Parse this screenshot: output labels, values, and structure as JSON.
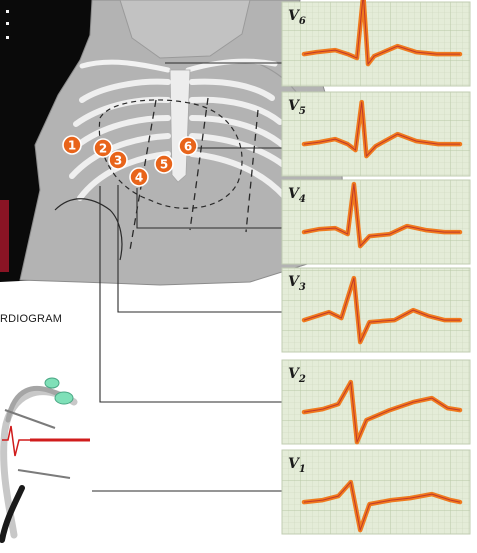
{
  "figure": {
    "leads": [
      {
        "id": "V6",
        "main": "V",
        "sub": "6"
      },
      {
        "id": "V5",
        "main": "V",
        "sub": "5"
      },
      {
        "id": "V4",
        "main": "V",
        "sub": "4"
      },
      {
        "id": "V3",
        "main": "V",
        "sub": "3"
      },
      {
        "id": "V2",
        "main": "V",
        "sub": "2"
      },
      {
        "id": "V1",
        "main": "V",
        "sub": "1"
      }
    ],
    "electrodes": [
      "1",
      "2",
      "3",
      "4",
      "5",
      "6"
    ]
  },
  "inset": {
    "caption": "RDIOGRAM"
  },
  "colors": {
    "trace": "#f07a1e",
    "grid_paper": "#e4ecd8",
    "grid_line": "#c9d6bb",
    "electrode": "#e8641a",
    "skin": "#b3b3b3",
    "ribs": "#efefef",
    "leader": "#2b2b2b"
  }
}
